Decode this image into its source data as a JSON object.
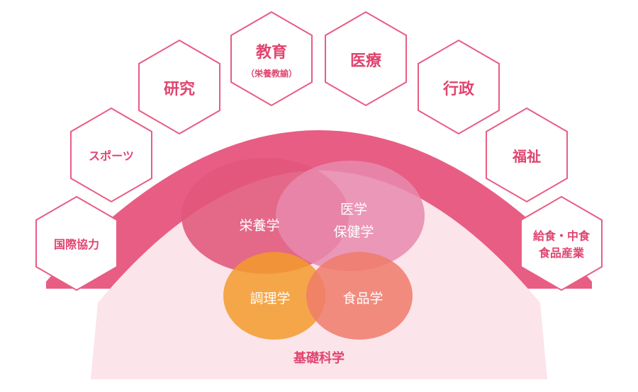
{
  "colors": {
    "accent": "#e85d84",
    "inner_fan": "#fbe4ea",
    "hex_stroke": "#e85d84",
    "hex_text": "#e0456f",
    "nutrition": "#e0577a",
    "medical": "#e88aae",
    "cooking": "#f29b2b",
    "food_science": "#ee7b6b"
  },
  "arc_title": "管理栄養士",
  "base_label": "基礎科学",
  "fields": [
    {
      "label": "国際協力"
    },
    {
      "label": "スポーツ"
    },
    {
      "label": "研究"
    },
    {
      "label": "教育",
      "sub": "（栄養教諭）"
    },
    {
      "label": "医療"
    },
    {
      "label": "行政"
    },
    {
      "label": "福祉"
    },
    {
      "label": "給食・中食",
      "line2": "食品産業"
    }
  ],
  "venn": {
    "nutrition": "栄養学",
    "medical_line1": "医学",
    "medical_line2": "保健学",
    "cooking": "調理学",
    "food": "食品学"
  }
}
